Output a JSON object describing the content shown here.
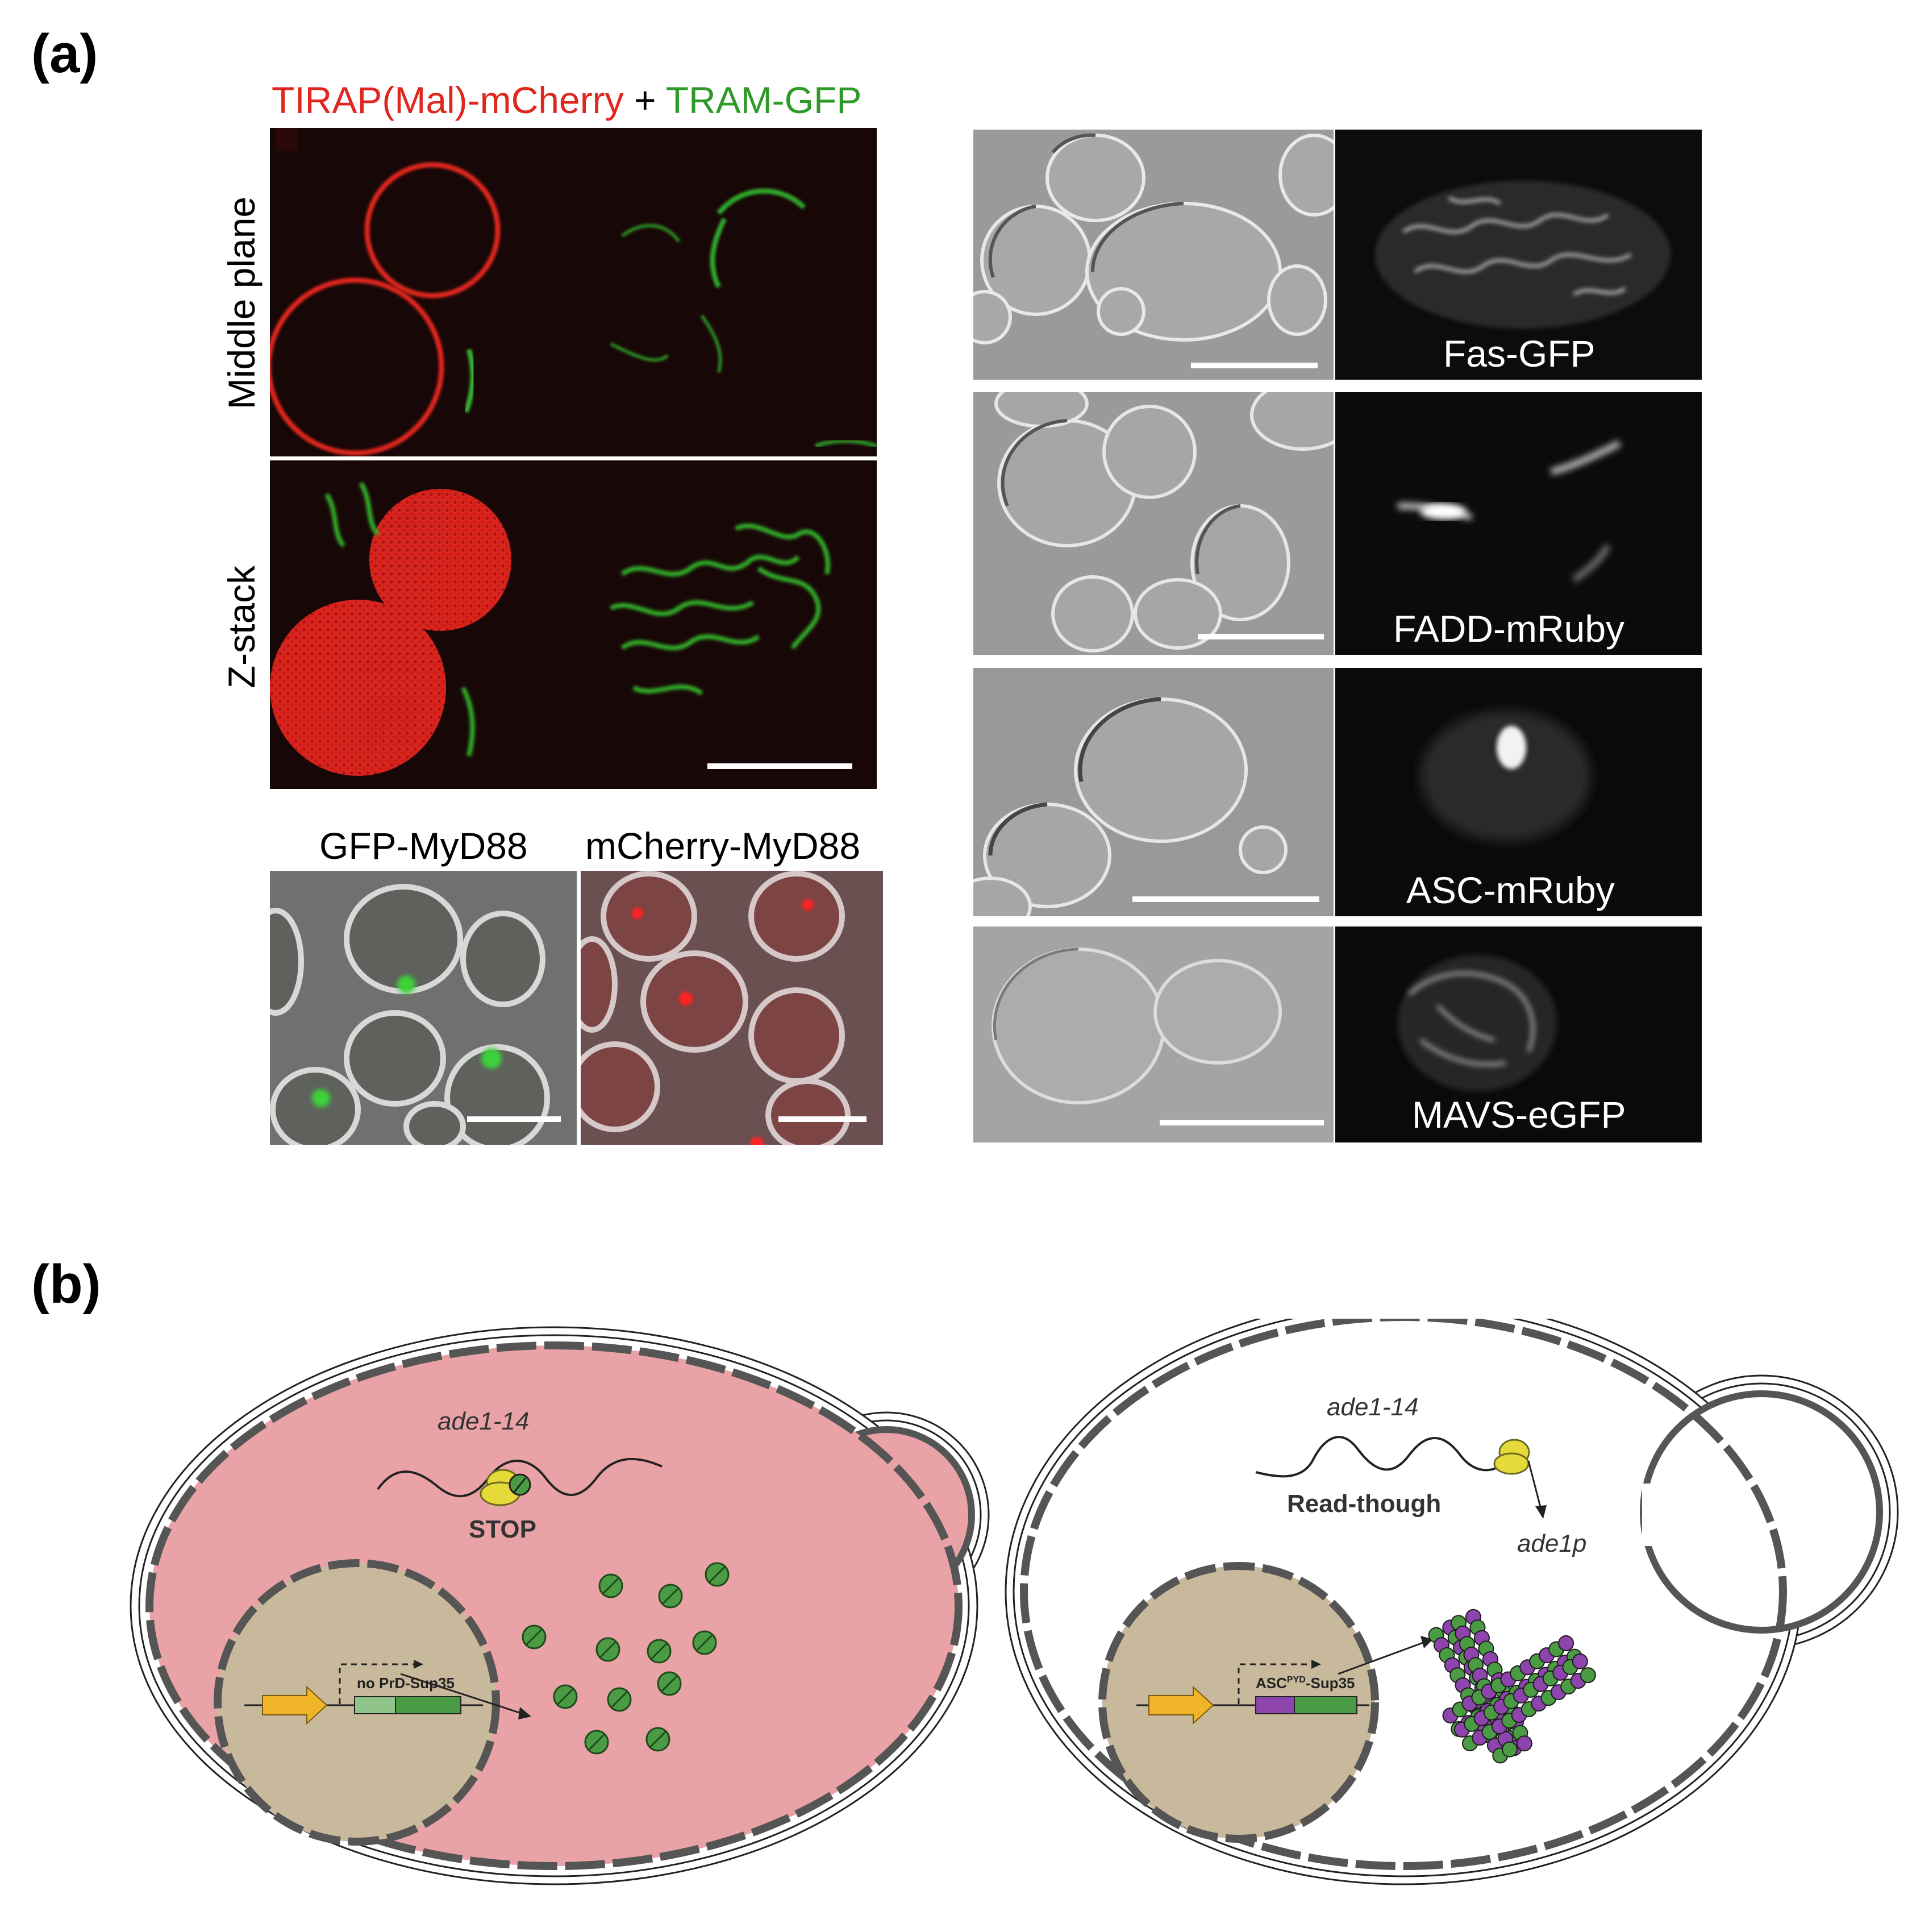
{
  "panel_a": {
    "letter": "(a)",
    "title_red": "TIRAP(Mal)-mCherry",
    "title_plus": "+",
    "title_green": "TRAM-GFP",
    "row_labels": [
      "Middle plane",
      "Z-stack"
    ],
    "myd88_labels": [
      "GFP-MyD88",
      "mCherry-MyD88"
    ],
    "right_labels": [
      "Fas-GFP",
      "FADD-mRuby",
      "ASC-mRuby",
      "MAVS-eGFP"
    ],
    "colors": {
      "red": "#e0261f",
      "green": "#2f9a28"
    }
  },
  "panel_b": {
    "letter": "(b)",
    "left_cell": {
      "gene": "ade1-14",
      "stop": "STOP",
      "construct": "no PrD-Sup35",
      "cytoplasm_color": "#e9a3a6"
    },
    "right_cell": {
      "gene": "ade1-14",
      "readthrough": "Read-though",
      "product": "ade1p",
      "construct_main": "ASC",
      "construct_sup": "PYD",
      "construct_tail": "-Sup35"
    },
    "colors": {
      "nucleus": "#c9b99c",
      "arrow": "#f0b429",
      "green": "#4a9b44",
      "purple": "#8e44ad",
      "ribosome": "#e6d93a"
    }
  }
}
